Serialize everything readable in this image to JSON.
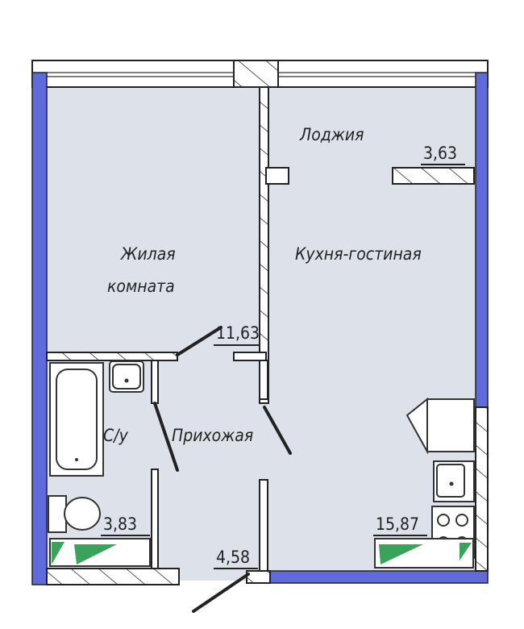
{
  "rooms": {
    "loggia": {
      "name": "Лоджия",
      "area": "3,63"
    },
    "bedroom": {
      "name_line1": "Жилая",
      "name_line2": "комната",
      "area": "11,63"
    },
    "kitchen_living": {
      "name": "Кухня-гостиная",
      "area": "15,87"
    },
    "bathroom": {
      "name": "С/у",
      "area": "3,83"
    },
    "hallway": {
      "name": "Прихожая",
      "area": "4,58"
    }
  },
  "colors": {
    "floor": "#dde2ea",
    "exterior_wall": "#5f6bdc",
    "radiator": "#3aa35a"
  }
}
